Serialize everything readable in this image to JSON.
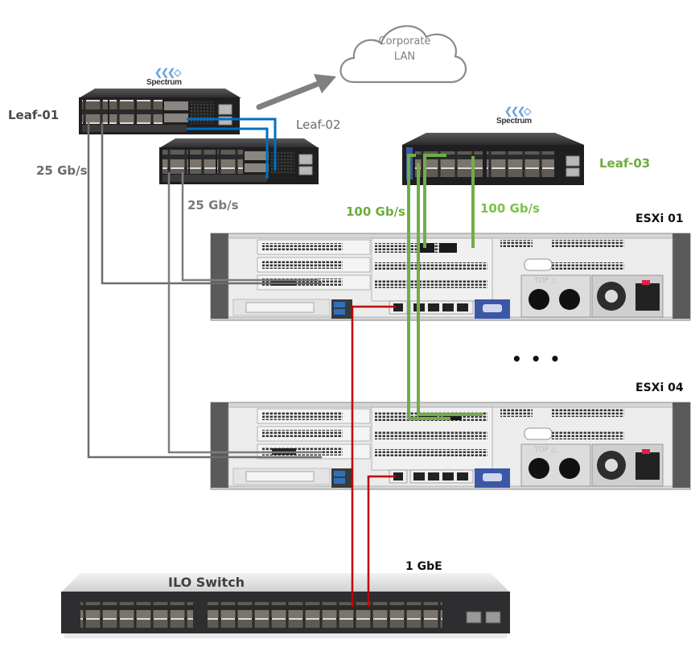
{
  "diagram": {
    "cloud": {
      "line1": "Corporate",
      "line2": "LAN"
    },
    "switches": {
      "leaf01": {
        "label": "Leaf-01",
        "brand": "Spectrum"
      },
      "leaf02": {
        "label": "Leaf-02"
      },
      "leaf03": {
        "label": "Leaf-03",
        "brand": "Spectrum"
      },
      "ilo": {
        "label": "ILO Switch"
      }
    },
    "servers": {
      "esxi01": {
        "label": "ESXi 01"
      },
      "esxi04": {
        "label": "ESXi 04"
      }
    },
    "links": {
      "leaf01_speed": "25 Gb/s",
      "leaf02_speed": "25 Gb/s",
      "leaf03_speed_left": "100 Gb/s",
      "leaf03_speed_right": "100 Gb/s",
      "ilo_speed": "1 GbE"
    },
    "ellipsis": "• • •",
    "server_markings": {
      "psu_label": "TOP △"
    },
    "colors": {
      "leaf_cable": "#6d6d6d",
      "mlag_cable": "#0070c0",
      "leaf03_cable": "#70ad47",
      "ilo_cable": "#c00000",
      "switch_body": "#2b2b2d",
      "server_body": "#e8e8e8"
    }
  }
}
